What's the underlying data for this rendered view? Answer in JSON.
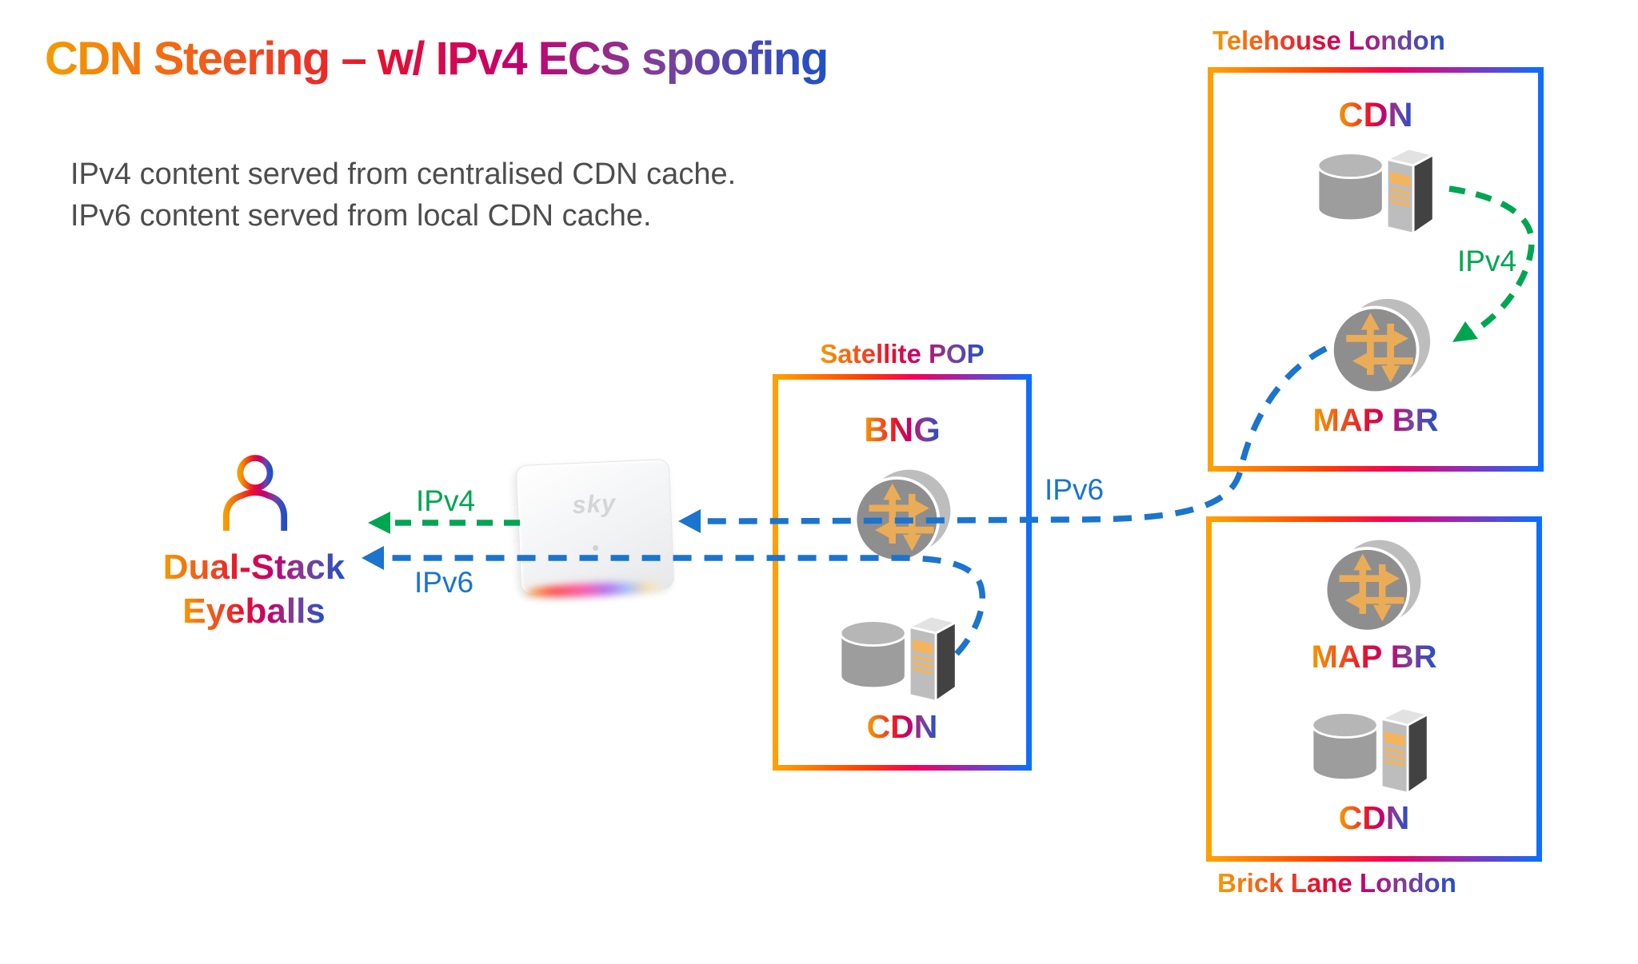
{
  "title": "CDN Steering – w/ IPv4 ECS spoofing",
  "subtitle": {
    "line1": "IPv4 content served from centralised CDN cache.",
    "line2": "IPv6 content served from local CDN cache."
  },
  "eyeballs": {
    "line1": "Dual-Stack",
    "line2": "Eyeballs"
  },
  "home_router": {
    "brand": "sky"
  },
  "flows": {
    "ipv4_to_eyeballs": "IPv4",
    "ipv6_to_eyeballs": "IPv6",
    "ipv6_backbone": "IPv6",
    "ipv4_to_map_br": "IPv4"
  },
  "satellite_pop": {
    "title": "Satellite POP",
    "bng_label": "BNG",
    "cdn_label": "CDN"
  },
  "telehouse": {
    "title": "Telehouse London",
    "cdn_label": "CDN",
    "map_br_label": "MAP BR"
  },
  "brick_lane": {
    "title": "Brick Lane London",
    "map_br_label": "MAP BR",
    "cdn_label": "CDN"
  },
  "colors": {
    "ipv4_green": "#00A551",
    "ipv6_blue": "#1B74CE",
    "gradient_orange": "#F59B00",
    "gradient_red": "#E8112D",
    "gradient_magenta": "#C4006E",
    "gradient_purple": "#7F3F98",
    "gradient_blue": "#2050C8",
    "router_arrow_orange": "#EBAC57",
    "subtitle_text": "#4D4D4D"
  }
}
